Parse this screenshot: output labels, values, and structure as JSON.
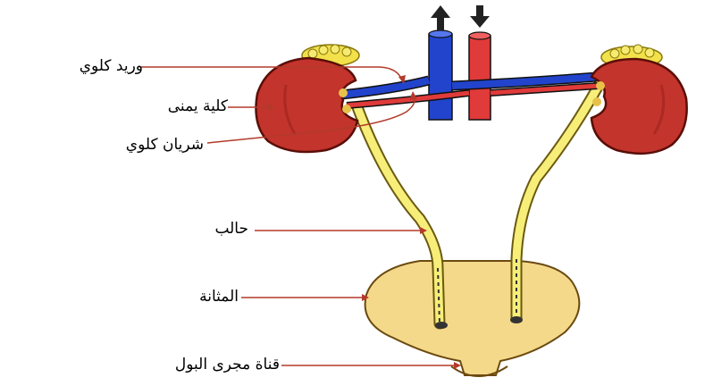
{
  "labels": {
    "renal_vein": "وريد كلوي",
    "right_kidney": "كلية يمنى",
    "renal_artery": "شريان كلوي",
    "ureter": "حالب",
    "bladder": "المثانة",
    "urethra": "قناة مجرى البول"
  },
  "colors": {
    "kidney": "#c2342c",
    "kidney_dark": "#9c231c",
    "fat": "#f2e14a",
    "vein": "#2244cc",
    "artery": "#e03a3a",
    "ureter": "#f7ee7a",
    "bladder": "#f4d98a",
    "pointer": "#b33a2a"
  },
  "icons": {
    "up_arrow": "arrow-up-icon",
    "down_arrow": "arrow-down-icon"
  }
}
